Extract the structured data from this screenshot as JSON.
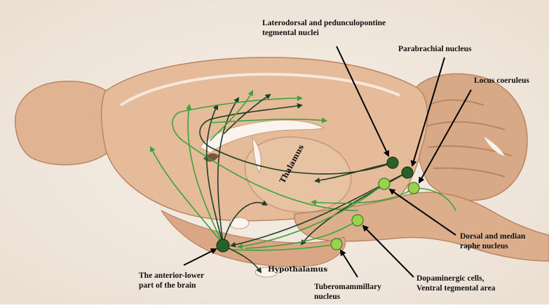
{
  "labels": {
    "laterodorsal_line1": "Laterodorsal and pedunculopontine",
    "laterodorsal_line2": "tegmental nuclei",
    "parabrachial": "Parabrachial nucleus",
    "locus": "Locus coeruleus",
    "thalamus": "Thalamus",
    "hypothalamus": "Hypothalamus",
    "raphe_line1": "Dorsal and median",
    "raphe_line2": "raphe nucleus",
    "dopa_line1": "Dopaminergic cells,",
    "dopa_line2": "Ventral tegmental area",
    "tubero_line1": "Tuberomammillary",
    "tubero_line2": "nucleus",
    "anterior_line1": "The anterior-lower",
    "anterior_line2": "part of the brain"
  },
  "colors": {
    "background": "#f3ece4",
    "brain_fill": "#e3b997",
    "brain_shadow": "#c99878",
    "white_matter": "#fbf4ee",
    "pathway_dark": "#1f3d26",
    "pathway_light": "#3aa33a",
    "nucleus_dark": "#2f6b2f",
    "nucleus_light": "#9ad24e"
  }
}
